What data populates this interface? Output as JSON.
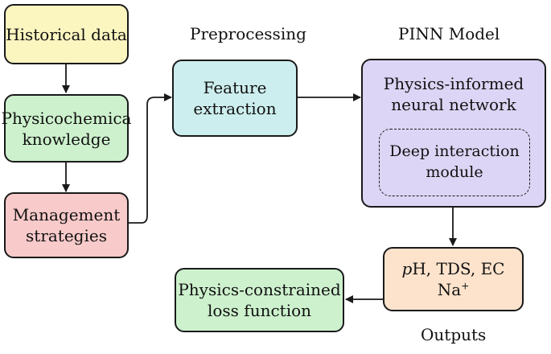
{
  "headings": {
    "preprocessing": "Preprocessing",
    "pinn_model": "PINN Model",
    "outputs": "Outputs"
  },
  "nodes": {
    "historical_data": {
      "label": "Historical data",
      "color": "#fbf6c0"
    },
    "physicochemical": {
      "line1": "Physicochemica",
      "line2": "knowledge",
      "color": "#cdf1cd"
    },
    "management": {
      "line1": "Management",
      "line2": "strategies",
      "color": "#f8caca"
    },
    "feature_extraction": {
      "line1": "Feature",
      "line2": "extraction",
      "color": "#cdeeee"
    },
    "pinn": {
      "line1": "Physics-informed",
      "line2": "neural network",
      "color": "#ddd5f5"
    },
    "deep_interaction": {
      "line1": "Deep interaction",
      "line2": "module"
    },
    "outputs": {
      "italic": "p",
      "rest1": "H, TDS, EC",
      "line2_base": "Na",
      "line2_sup": "+",
      "color": "#fde3cc"
    },
    "loss": {
      "line1": "Physics-constrained",
      "line2": "loss function",
      "color": "#cdf1cd"
    }
  },
  "colors": {
    "stroke": "#1a1a1a"
  }
}
